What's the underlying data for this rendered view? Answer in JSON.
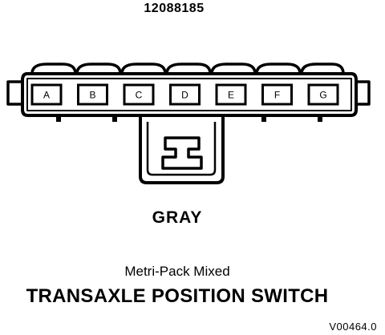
{
  "diagram": {
    "part_number": "12088185",
    "connector": {
      "pins": [
        {
          "label": "A"
        },
        {
          "label": "B"
        },
        {
          "label": "C"
        },
        {
          "label": "D"
        },
        {
          "label": "E"
        },
        {
          "label": "F"
        },
        {
          "label": "G"
        }
      ],
      "color": "GRAY",
      "type": "Metri-Pack Mixed"
    },
    "component_name": "TRANSAXLE POSITION SWITCH",
    "figure_code": "V00464.0"
  },
  "colors": {
    "ink": "#000000",
    "background": "#ffffff"
  }
}
